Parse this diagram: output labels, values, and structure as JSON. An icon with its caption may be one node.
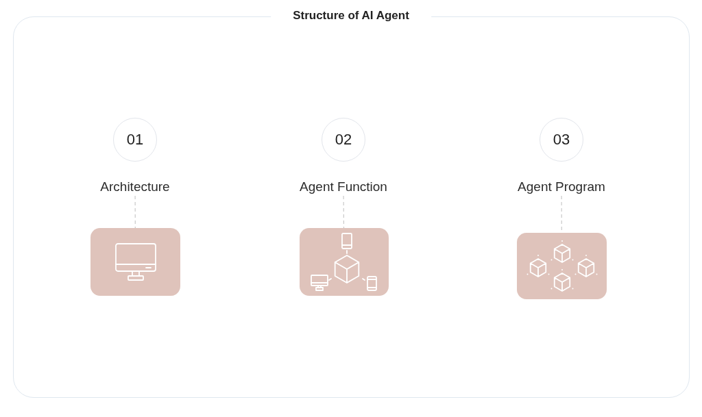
{
  "diagram": {
    "title": "Structure of AI Agent",
    "nodes": [
      {
        "text": [
          "01"
        ]
      },
      {
        "text": [
          "Architecture"
        ]
      },
      {
        "text": [],
        "shape": "picture"
      },
      {
        "text": [
          "02"
        ]
      },
      {
        "text": [
          "Agent Function"
        ]
      },
      {
        "text": [],
        "shape": "picture"
      },
      {
        "text": [
          "03"
        ]
      },
      {
        "text": [
          "Agent Program"
        ]
      },
      {
        "text": [],
        "shape": "picture"
      }
    ],
    "edges": [
      {
        "from": 1,
        "to": 2,
        "arrow": "none",
        "style": "dashed"
      },
      {
        "from": 4,
        "to": 5,
        "arrow": "none",
        "style": "dashed"
      },
      {
        "from": 7,
        "to": 8,
        "arrow": "none",
        "style": "dashed"
      }
    ]
  }
}
